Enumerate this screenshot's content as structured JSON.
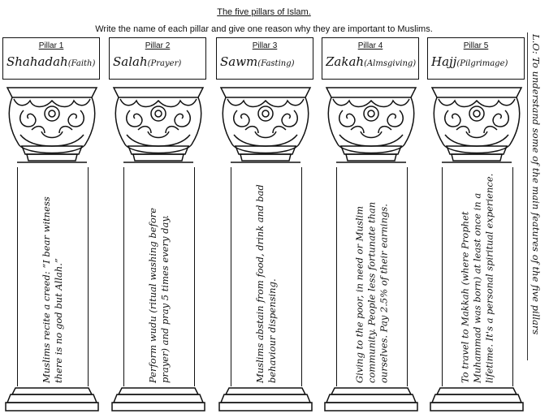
{
  "worksheet": {
    "title": "The five pillars of Islam.",
    "instruction": "Write the name of each pillar and give one reason why they are important to Muslims."
  },
  "pillars": [
    {
      "number_label": "Pillar 1",
      "name": "Shahadah",
      "sub": "(Faith)",
      "reason": "Muslims recite a creed: “I bear witness there is no god but Allah.”"
    },
    {
      "number_label": "Pillar 2",
      "name": "Salah",
      "sub": "(Prayer)",
      "reason": "Perform wudu (ritual washing before prayer) and pray 5 times every day."
    },
    {
      "number_label": "Pillar 3",
      "name": "Sawm",
      "sub": "(Fasting)",
      "reason": "Muslims abstain from food, drink and bad behaviour dispensing."
    },
    {
      "number_label": "Pillar 4",
      "name": "Zakah",
      "sub": "(Almsgiving)",
      "reason": "Giving to the poor, in need or Muslim community. People less fortunate than ourselves. Pay 2.5% of their earnings."
    },
    {
      "number_label": "Pillar 5",
      "name": "Hajj",
      "sub": "(Pilgrimage)",
      "reason": "To travel to Makkah (where Prophet Muhammad was born) at least once in a lifetime. It's a personal spiritual experience."
    }
  ],
  "learning_objective": "L.O: To understand some of the main features of the five pillars"
}
